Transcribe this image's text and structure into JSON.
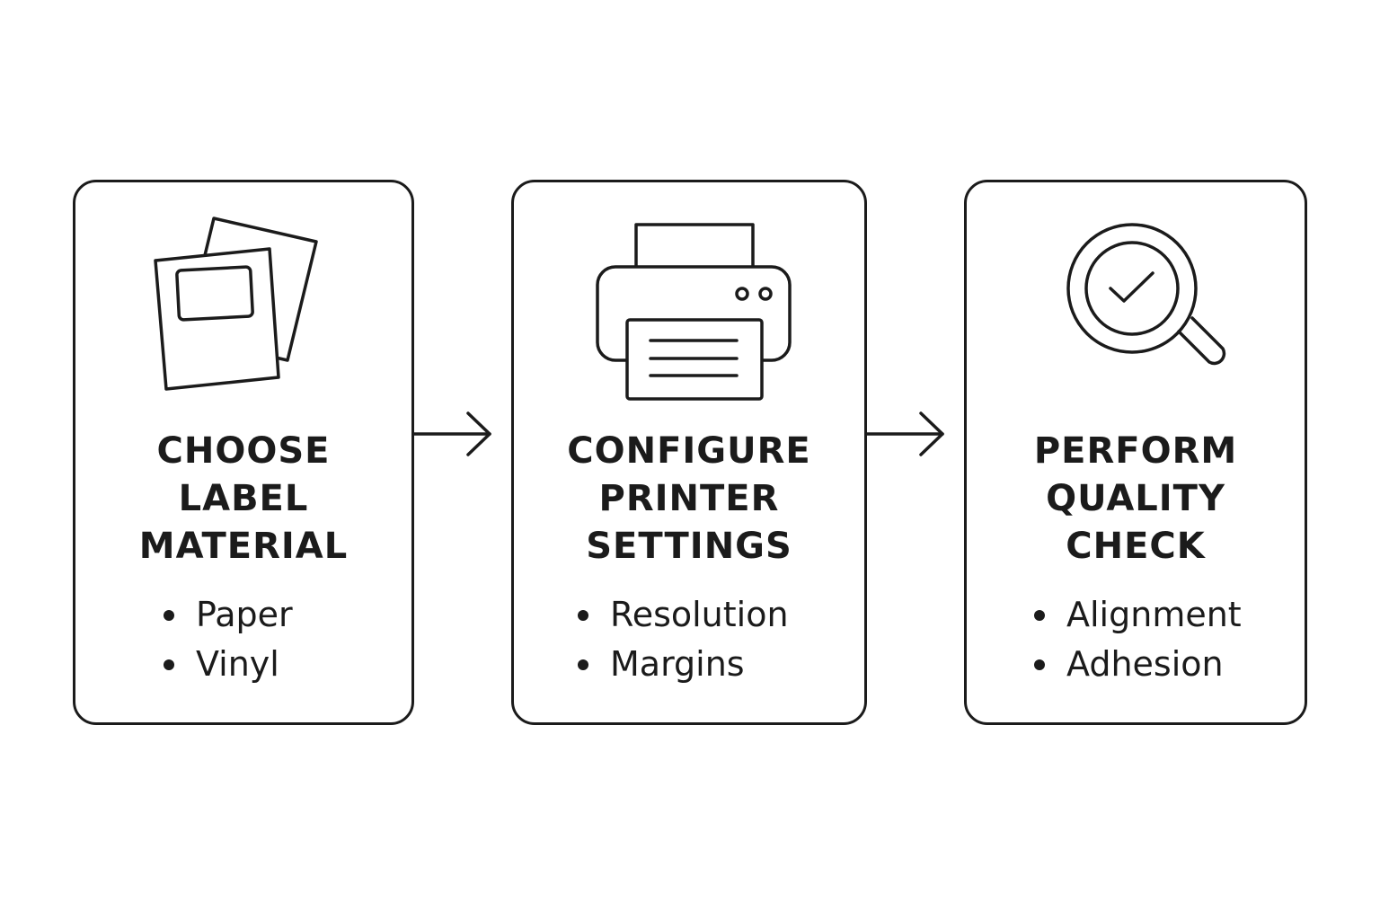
{
  "steps": [
    {
      "icon": "label-sheets-icon",
      "title_lines": [
        "CHOOSE",
        "LABEL",
        "MATERIAL"
      ],
      "bullets": [
        "Paper",
        "Vinyl"
      ]
    },
    {
      "icon": "printer-icon",
      "title_lines": [
        "CONFIGURE",
        "PRINTER",
        "SETTINGS"
      ],
      "bullets": [
        "Resolution",
        "Margins"
      ]
    },
    {
      "icon": "magnifier-check-icon",
      "title_lines": [
        "PERFORM",
        "QUALITY",
        "CHECK"
      ],
      "bullets": [
        "Alignment",
        "Adhesion"
      ]
    }
  ],
  "connectors": [
    "arrow-right-icon",
    "arrow-right-icon"
  ],
  "colors": {
    "stroke": "#1b1b1b",
    "background": "#ffffff"
  }
}
